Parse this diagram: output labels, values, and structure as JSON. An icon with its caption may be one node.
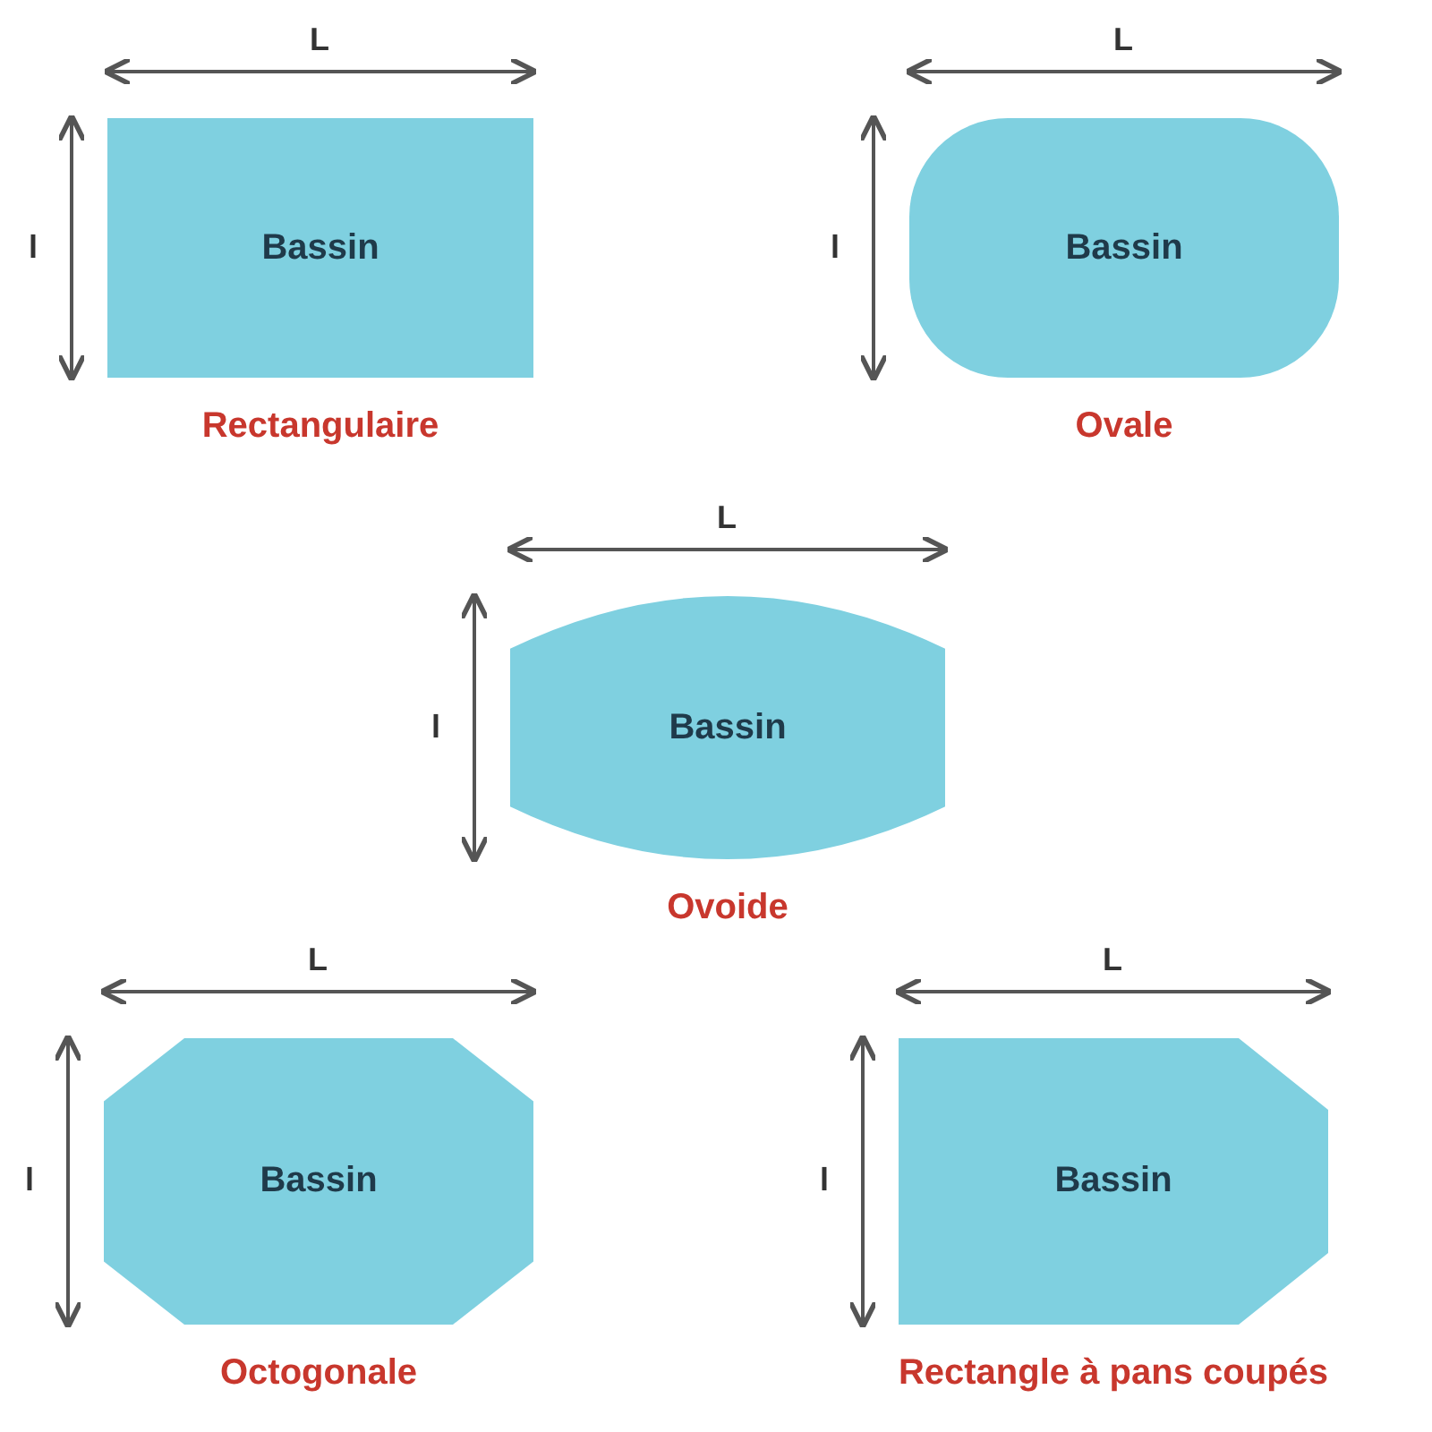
{
  "diagram": {
    "nodes": [
      {
        "text": [
          "Bassin"
        ],
        "beside": [
          "Rectangulaire"
        ]
      },
      {
        "text": [
          "Bassin"
        ],
        "beside": [
          "Ovale"
        ]
      },
      {
        "text": [
          "Bassin"
        ],
        "beside": [
          "Ovoide"
        ]
      },
      {
        "text": [
          "Bassin"
        ],
        "beside": [
          "Octogonale"
        ]
      },
      {
        "text": [
          "Bassin"
        ],
        "beside": [
          "Rectangle à pans coupés"
        ]
      }
    ],
    "labels": [
      "L",
      "l",
      "L",
      "l",
      "L",
      "l",
      "L",
      "l",
      "L",
      "l"
    ]
  }
}
